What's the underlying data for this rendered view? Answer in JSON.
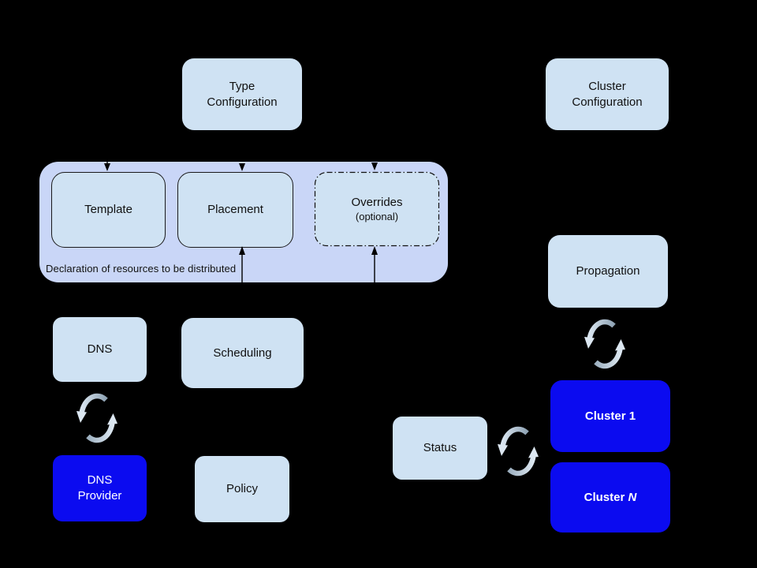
{
  "diagram": {
    "caption": "Declaration of resources to be distributed",
    "nodes": {
      "type_config": {
        "label": "Type\nConfiguration"
      },
      "cluster_config": {
        "label": "Cluster\nConfiguration"
      },
      "template": {
        "label": "Template"
      },
      "placement": {
        "label": "Placement"
      },
      "overrides": {
        "label": "Overrides",
        "sublabel": "(optional)"
      },
      "dns": {
        "label": "DNS"
      },
      "scheduling": {
        "label": "Scheduling"
      },
      "dns_provider": {
        "label": "DNS\nProvider"
      },
      "policy": {
        "label": "Policy"
      },
      "status": {
        "label": "Status"
      },
      "propagation": {
        "label": "Propagation"
      },
      "cluster_1": {
        "label": "Cluster 1"
      },
      "cluster_n": {
        "label": "Cluster ",
        "suffix": "N"
      }
    },
    "icons": {
      "sync": "circular-sync-arrows"
    },
    "colors": {
      "background": "#000000",
      "group_fill": "#c9d6f7",
      "node_light": "#cfe2f3",
      "node_blue": "#0b0bf0",
      "text_dark": "#111111",
      "text_light": "#ffffff",
      "line": "#000000",
      "sync_light": "#dce7f1",
      "sync_dark": "#8fa3b4"
    }
  }
}
